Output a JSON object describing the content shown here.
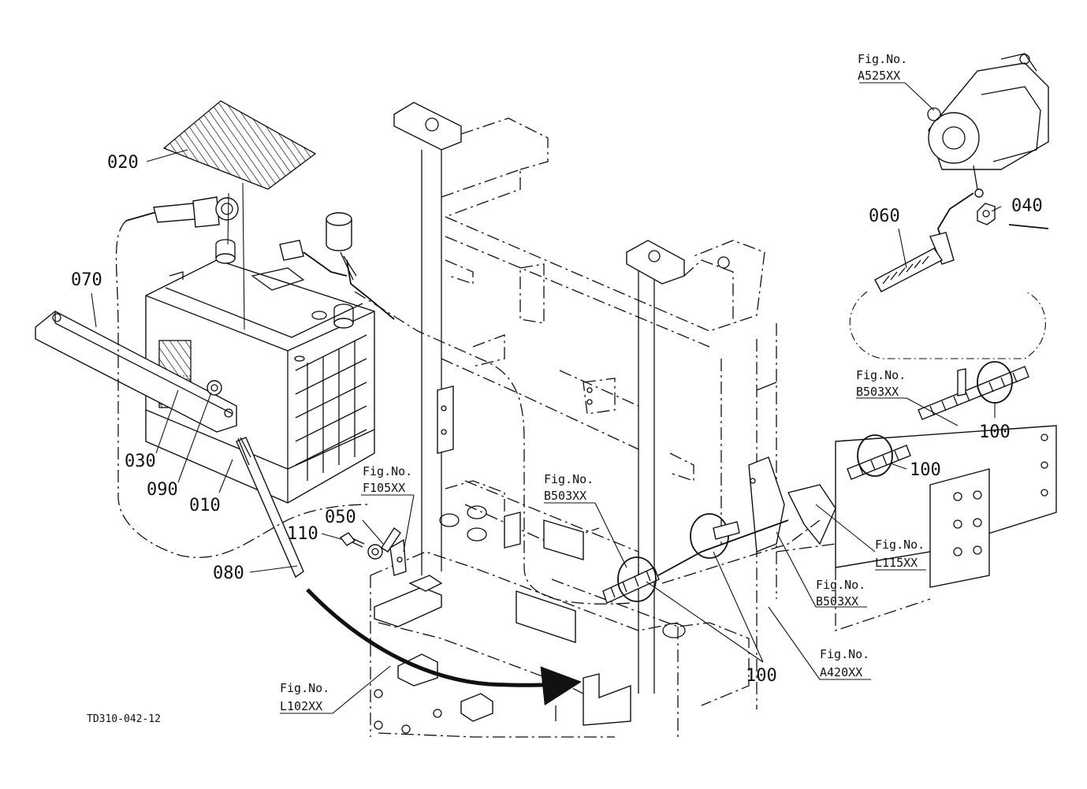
{
  "drawing_id": "TD310-042-12",
  "callouts": {
    "c010": "010",
    "c020": "020",
    "c030": "030",
    "c040": "040",
    "c050": "050",
    "c060": "060",
    "c070": "070",
    "c080": "080",
    "c090": "090",
    "c100a": "100",
    "c100b": "100",
    "c100c": "100",
    "c110": "110"
  },
  "figure_refs": [
    {
      "label": "Fig.No.",
      "code": "A525XX"
    },
    {
      "label": "Fig.No.",
      "code": "B503XX"
    },
    {
      "label": "Fig.No.",
      "code": "F105XX"
    },
    {
      "label": "Fig.No.",
      "code": "B503XX"
    },
    {
      "label": "Fig.No.",
      "code": "L115XX"
    },
    {
      "label": "Fig.No.",
      "code": "B503XX"
    },
    {
      "label": "Fig.No.",
      "code": "A420XX"
    },
    {
      "label": "Fig.No.",
      "code": "L102XX"
    }
  ]
}
